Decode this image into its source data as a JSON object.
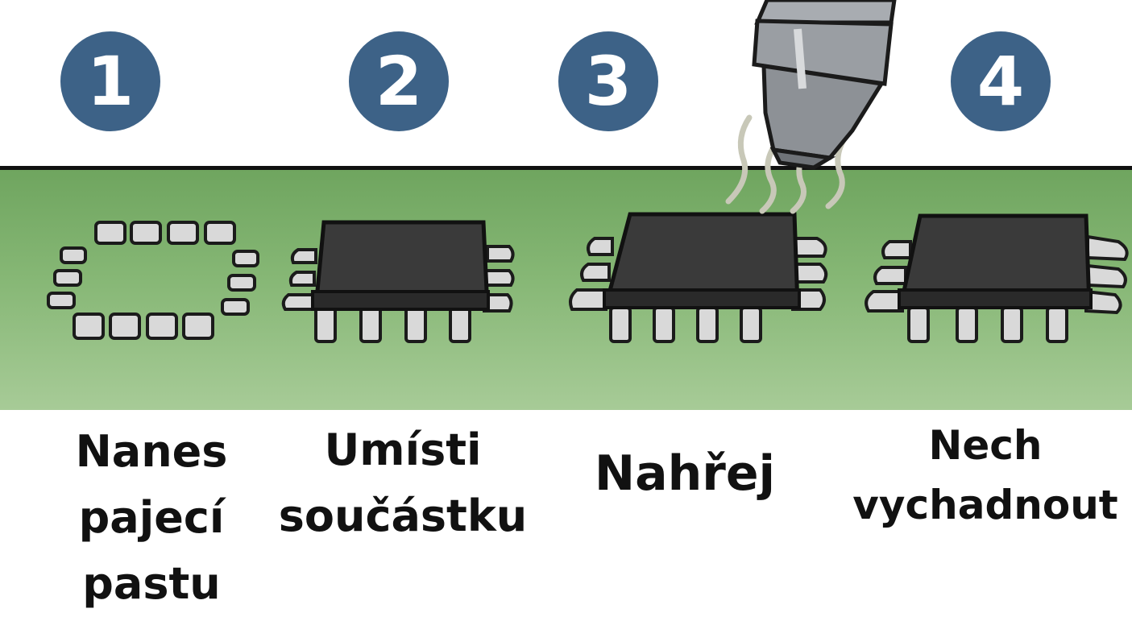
{
  "steps": [
    {
      "number": "1",
      "lines": [
        "Nanes",
        "pajecí",
        "pastu"
      ]
    },
    {
      "number": "2",
      "lines": [
        "Umísti",
        "součástku"
      ]
    },
    {
      "number": "3",
      "lines": [
        "Nahřej"
      ]
    },
    {
      "number": "4",
      "lines": [
        "Nech",
        "vychadnout"
      ]
    }
  ],
  "colors": {
    "badge": "#3d6287",
    "board": "#86b775",
    "chip_body": "#3a3a3a",
    "pad": "#d9d9d9",
    "iron": "#9a9ea3"
  },
  "icons": [
    "solder-pad-icon",
    "ic-chip-icon",
    "soldering-iron-icon",
    "heat-wave-icon"
  ]
}
